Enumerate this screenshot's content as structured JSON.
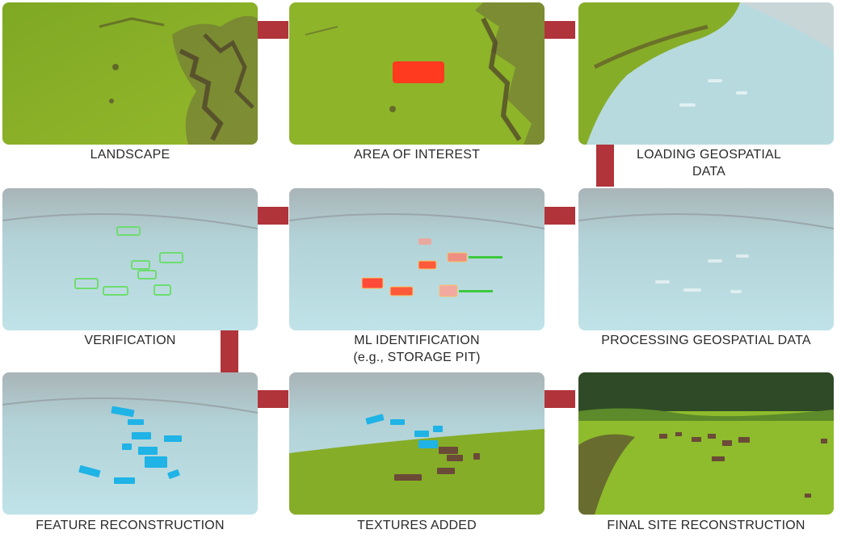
{
  "steps": [
    {
      "label": "LANDSCAPE"
    },
    {
      "label": "AREA OF INTEREST"
    },
    {
      "label": "LOADING GEOSPATIAL DATA"
    },
    {
      "label": "VERIFICATION"
    },
    {
      "label": "ML IDENTIFICATION",
      "sublabel": "(e.g., STORAGE PIT)"
    },
    {
      "label": "PROCESSING GEOSPATIAL DATA"
    },
    {
      "label": "FEATURE RECONSTRUCTION"
    },
    {
      "label": "TEXTURES ADDED"
    },
    {
      "label": "FINAL SITE RECONSTRUCTION"
    }
  ],
  "colors": {
    "connector": "#b0343a",
    "terrain_green": "#8db22a",
    "scan_blue": "#b8dde3",
    "highlight_red": "#ff3a1f",
    "feature_blue": "#1fb3e6",
    "verify_green": "#6fdc6f"
  }
}
